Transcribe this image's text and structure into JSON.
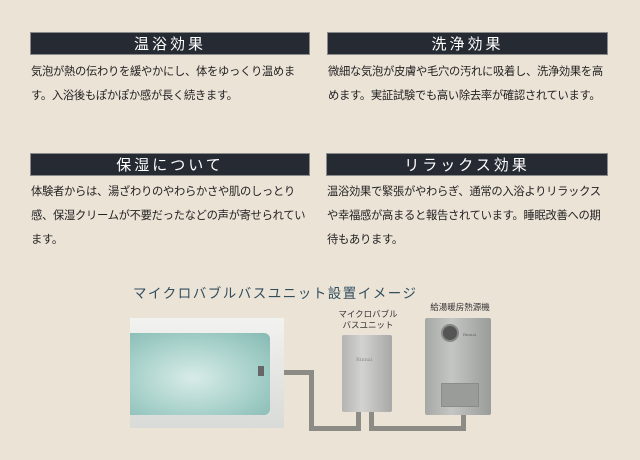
{
  "sections": [
    {
      "title": "温浴効果",
      "text": "気泡が熱の伝わりを緩やかにし、体をゆっくり温めます。入浴後もぽかぽか感が長く続きます。"
    },
    {
      "title": "洗浄効果",
      "text": "微細な気泡が皮膚や毛穴の汚れに吸着し、洗浄効果を高めます。実証試験でも高い除去率が確認されています。"
    },
    {
      "title": "保湿について",
      "text": "体験者からは、湯ざわりのやわらかさや肌のしっとり感、保湿クリームが不要だったなどの声が寄せられています。"
    },
    {
      "title": "リラックス効果",
      "text": "温浴効果で緊張がやわらぎ、通常の入浴よりリラックスや幸福感が高まると報告されています。睡眠改善への期待もあります。"
    }
  ],
  "diagram": {
    "title": "マイクロバブルバスユニット設置イメージ",
    "unit_label": "マイクロバブル\nバスユニット",
    "unit_label_l1": "マイクロバブル",
    "unit_label_l2": "バスユニット",
    "boiler_label": "給湯暖房熱源機",
    "brand": "Rinnai"
  }
}
